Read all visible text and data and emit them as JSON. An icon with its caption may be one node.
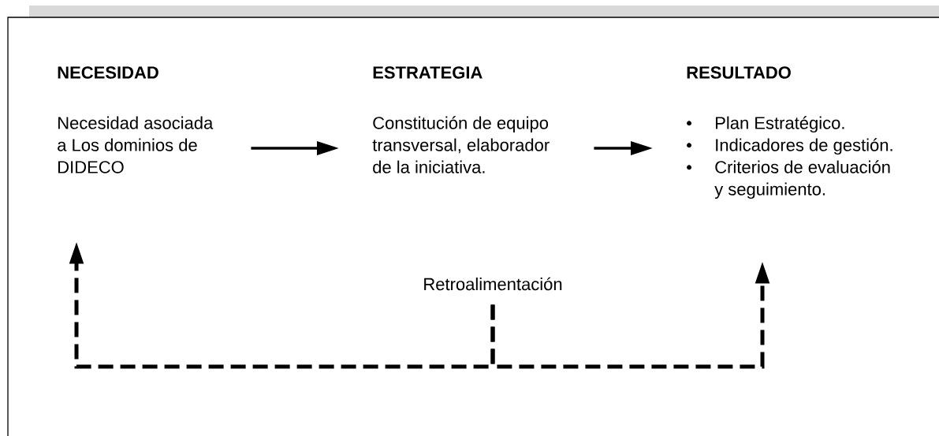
{
  "diagram": {
    "nodes": [
      {
        "text": [
          "NECESIDAD",
          "Necesidad asociada a Los dominios de DIDECO"
        ]
      },
      {
        "text": [
          "ESTRATEGIA",
          "Constitución de equipo transversal, elaborador de la iniciativa."
        ]
      },
      {
        "text": [
          "RESULTADO",
          "Plan Estratégico.",
          "Indicadores de gestión.",
          "Criterios de evaluación y seguimiento."
        ]
      },
      {
        "text": [
          "Retroalimentación"
        ]
      }
    ],
    "edges": [
      {
        "from": 0,
        "to": 1,
        "arrow": "to"
      },
      {
        "from": 1,
        "to": 2,
        "arrow": "to"
      },
      {
        "from": 3,
        "to": 0,
        "arrow": "to",
        "style": "dashed"
      },
      {
        "from": 3,
        "to": 2,
        "arrow": "to",
        "style": "dashed"
      }
    ],
    "labels": [
      "•",
      "•",
      "•"
    ]
  }
}
